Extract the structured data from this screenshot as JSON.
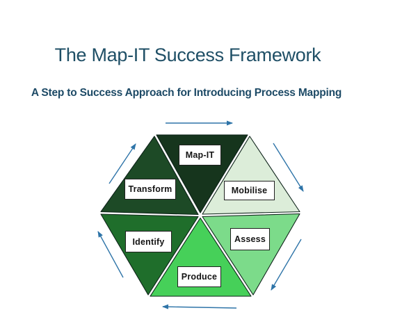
{
  "page": {
    "title": "The Map-IT Success Framework",
    "subtitle": "A Step to Success Approach for Introducing Process Mapping",
    "title_color": "#1f4f66",
    "subtitle_color": "#1d4a66",
    "background_color": "#ffffff"
  },
  "diagram": {
    "type": "hexagon-cycle",
    "flow": "clockwise",
    "arrow_count": 6,
    "arrow_color": "#2e74a8",
    "outline_color": "#0e231a",
    "label_box": {
      "background": "#ffffff",
      "border_color": "#1f1f1f",
      "text_color": "#141414"
    },
    "segments": [
      {
        "label": "Map-IT",
        "position": "top",
        "color": "#16351d"
      },
      {
        "label": "Mobilise",
        "position": "top-right",
        "color": "#dcedd9"
      },
      {
        "label": "Assess",
        "position": "bottom-right",
        "color": "#7cdb8a"
      },
      {
        "label": "Produce",
        "position": "bottom",
        "color": "#46d059"
      },
      {
        "label": "Identify",
        "position": "bottom-left",
        "color": "#1f6e2b"
      },
      {
        "label": "Transform",
        "position": "top-left",
        "color": "#1d4a26"
      }
    ]
  }
}
